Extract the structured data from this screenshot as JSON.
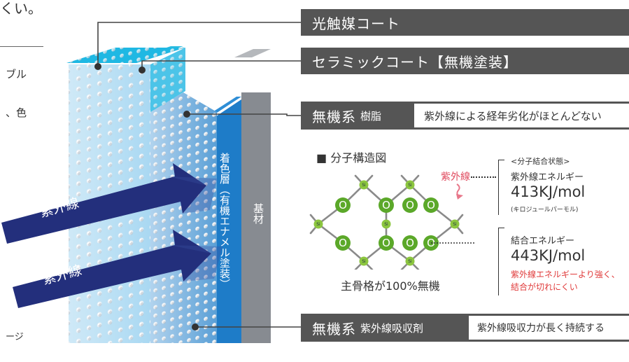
{
  "fragments": {
    "top": "くい。",
    "line1": "ブル",
    "line2": "、色",
    "bottom": "ージ"
  },
  "layers": {
    "photocatalyst": "光触媒コート",
    "ceramic": "セラミックコート【無機塗装】",
    "resin_main": "無機系",
    "resin_sub": "樹脂",
    "resin_desc": "紫外線による経年劣化がほとんどない",
    "absorber_main": "無機系",
    "absorber_sub": "紫外線吸収剤",
    "absorber_desc": "紫外線吸収力が長く持続する",
    "colored_layer": "着色層（有機エナメル塗装）",
    "substrate": "基材",
    "uv_arrow_1": "紫外線",
    "uv_arrow_2": "紫外線"
  },
  "molecule": {
    "title": "■ 分子構造図",
    "uv_label": "紫外線",
    "si": "Si",
    "o": "O",
    "caption": "主骨格が100%無機"
  },
  "energy": {
    "state_label": "<分子結合状態>",
    "uv_energy_label": "紫外線エネルギー",
    "uv_energy_value": "413KJ/mol",
    "uv_energy_reading": "(キロジュールパーモル)",
    "bond_label": "結合エネルギー",
    "bond_value": "443KJ/mol",
    "bond_note_1": "紫外線エネルギーより強く、",
    "bond_note_2": "結合が切れにくい"
  },
  "colors": {
    "bar_bg": "#555555",
    "colored_layer": "#1e7cc8",
    "substrate": "#7e8288",
    "arrow": "#232f7c",
    "oxygen": "#5ba829",
    "silicon": "#8cc63f",
    "highlight_red": "#e03c3c"
  }
}
